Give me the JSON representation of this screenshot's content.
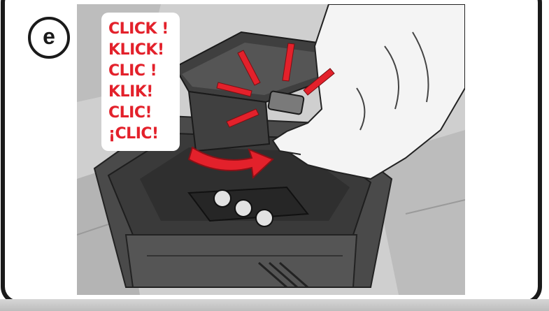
{
  "step": {
    "label": "e"
  },
  "click_words": [
    "CLICK !",
    "KLICK!",
    "CLIC !",
    "KLIK!",
    "CLIC!",
    "¡CLIC!"
  ],
  "colors": {
    "accent": "#e3212b",
    "frame": "#1a1a1a",
    "illustration_bg": "#c9c9c9"
  }
}
